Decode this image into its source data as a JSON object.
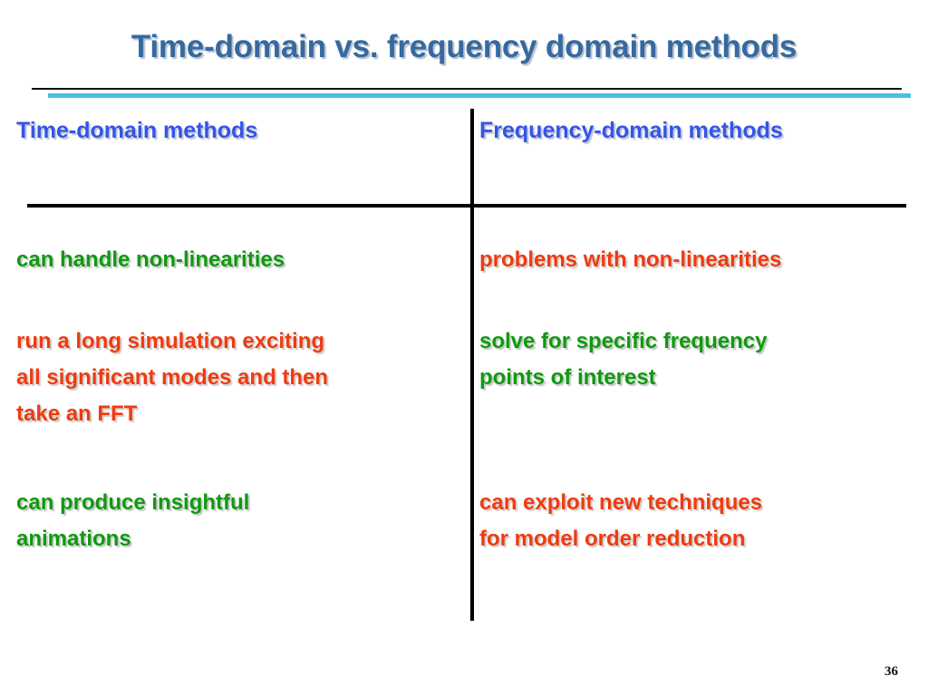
{
  "slide": {
    "title": "Time-domain vs. frequency domain methods",
    "page_number": "36",
    "colors": {
      "title": "#36699F",
      "header": "#3355E8",
      "green": "#119911",
      "red": "#EE3B11",
      "rule_cyan": "#4BC0DC",
      "rule_black": "#0D0D0D"
    }
  },
  "table": {
    "columns": [
      {
        "header": "Time-domain methods",
        "rows": [
          {
            "tone": "green",
            "lines": [
              "can handle non-linearities"
            ]
          },
          {
            "tone": "red",
            "lines": [
              "run a long simulation exciting",
              "all significant modes and then",
              "take an FFT"
            ]
          },
          {
            "tone": "green",
            "lines": [
              "can produce insightful",
              "animations"
            ]
          }
        ]
      },
      {
        "header": "Frequency-domain methods",
        "rows": [
          {
            "tone": "red",
            "lines": [
              "problems with non-linearities"
            ]
          },
          {
            "tone": "green",
            "lines": [
              "solve for specific frequency",
              "points of interest"
            ]
          },
          {
            "tone": "red",
            "lines": [
              "can exploit new techniques",
              "for model order reduction"
            ]
          }
        ]
      }
    ]
  }
}
